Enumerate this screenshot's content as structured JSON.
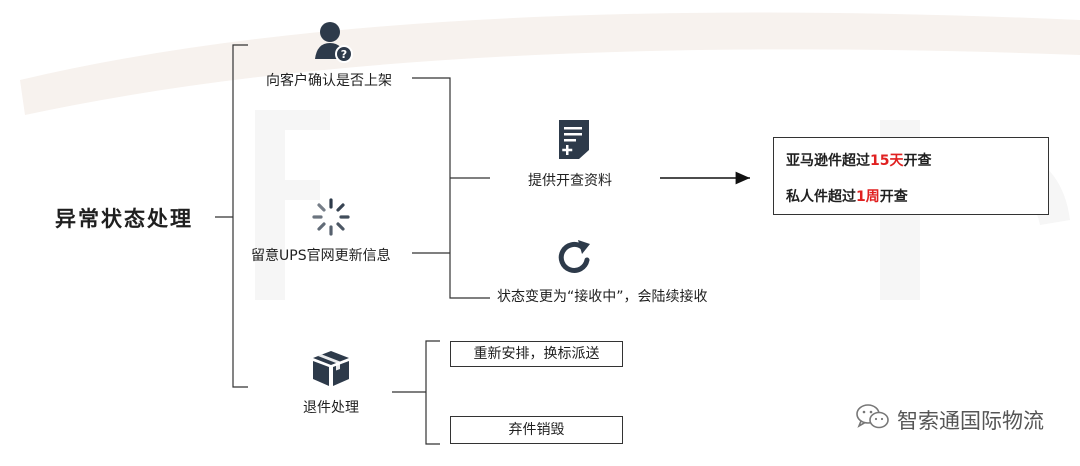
{
  "title": "异常状态处理",
  "branches": {
    "confirm": "向客户确认是否上架",
    "monitor": "留意UPS官网更新信息",
    "return": "退件处理"
  },
  "sub": {
    "provide": "提供开查资料",
    "status": "状态变更为“接收中”，会陆续接收"
  },
  "info_box": {
    "line1_pre": "亚马逊件超过",
    "line1_red": "15天",
    "line1_post": "开查",
    "line2_pre": "私人件超过",
    "line2_red": "1周",
    "line2_post": "开查"
  },
  "return_options": [
    "重新安排，换标派送",
    "弃件销毁"
  ],
  "footer": "智索通国际物流",
  "icons": [
    "user-question-icon",
    "loading-spinner-icon",
    "box-icon",
    "document-add-icon",
    "refresh-icon",
    "wechat-icon"
  ],
  "colors": {
    "icon": "#2d3a4a",
    "highlight": "#e02020",
    "line": "#333333"
  }
}
